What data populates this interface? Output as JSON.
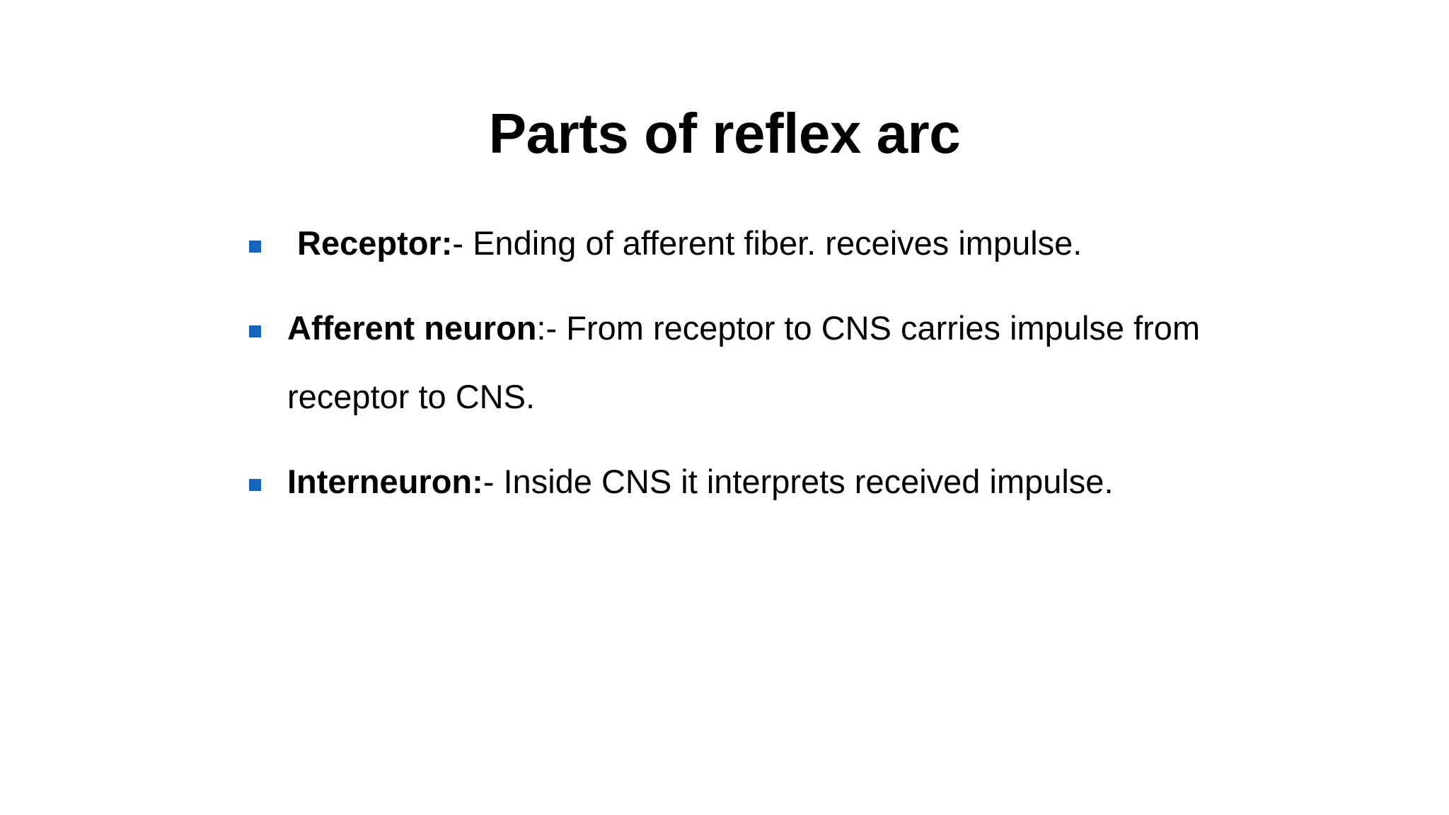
{
  "slide": {
    "title": "Parts of reflex arc",
    "background_color": "#ffffff",
    "text_color": "#000000",
    "bullet_color": "#1565bd",
    "bullets": [
      {
        "marker": "blue-square-bullet",
        "lead": "Receptor:",
        "tail": "- Ending of afferent fiber. receives impulse."
      },
      {
        "marker": "blue-square-bullet",
        "lead": "Afferent neuron",
        "tail": ":- From receptor to CNS carries impulse from receptor to CNS."
      },
      {
        "marker": "blue-square-bullet",
        "lead": "Interneuron:",
        "tail": "- Inside CNS it interprets received impulse."
      }
    ]
  }
}
